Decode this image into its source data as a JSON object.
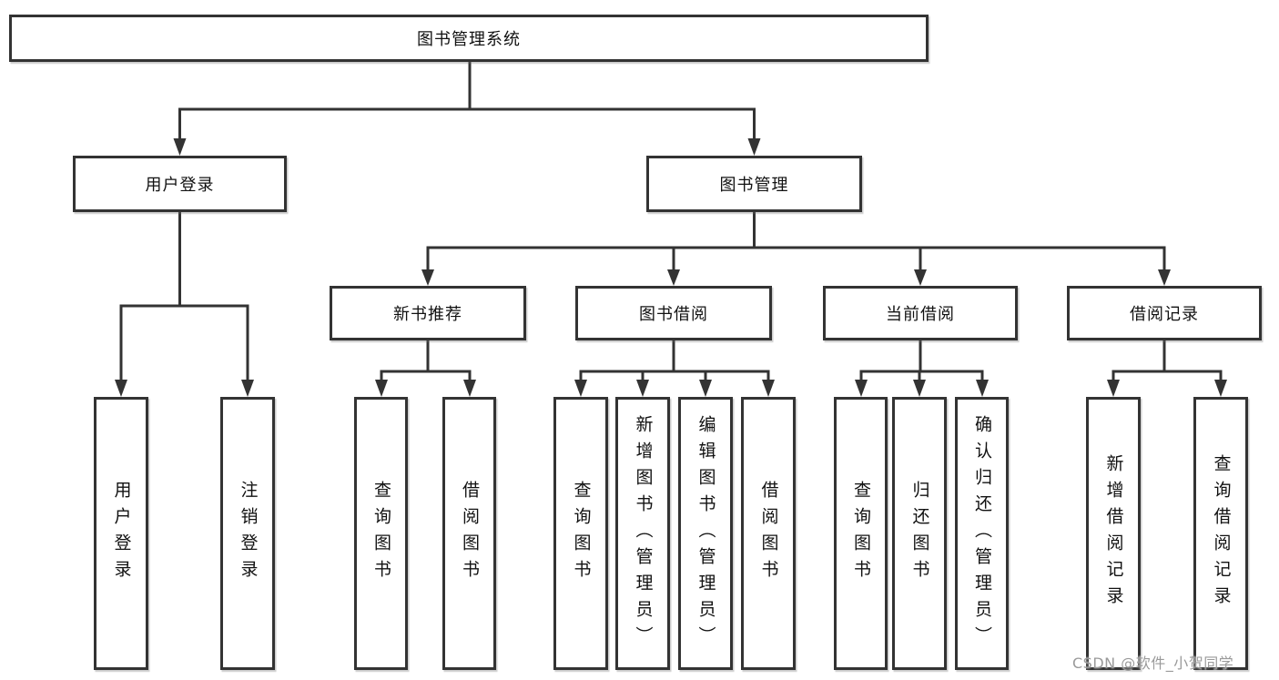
{
  "tree": {
    "label": "图书管理系统",
    "children": [
      {
        "label": "用户登录",
        "children": [
          {
            "label": "用户登录"
          },
          {
            "label": "注销登录"
          }
        ]
      },
      {
        "label": "图书管理",
        "children": [
          {
            "label": "新书推荐",
            "children": [
              {
                "label": "查询图书"
              },
              {
                "label": "借阅图书"
              }
            ]
          },
          {
            "label": "图书借阅",
            "children": [
              {
                "label": "查询图书"
              },
              {
                "label": "新增图书（管理员）"
              },
              {
                "label": "编辑图书（管理员）"
              },
              {
                "label": "借阅图书"
              }
            ]
          },
          {
            "label": "当前借阅",
            "children": [
              {
                "label": "查询图书"
              },
              {
                "label": "归还图书"
              },
              {
                "label": "确认归还（管理员）"
              }
            ]
          },
          {
            "label": "借阅记录",
            "children": [
              {
                "label": "新增借阅记录"
              },
              {
                "label": "查询借阅记录"
              }
            ]
          }
        ]
      }
    ]
  },
  "watermark": "CSDN @软件_小贺同学",
  "colors": {
    "line": "#333333",
    "text": "#111111",
    "watermark": "#9a9a9a",
    "background": "#ffffff"
  }
}
